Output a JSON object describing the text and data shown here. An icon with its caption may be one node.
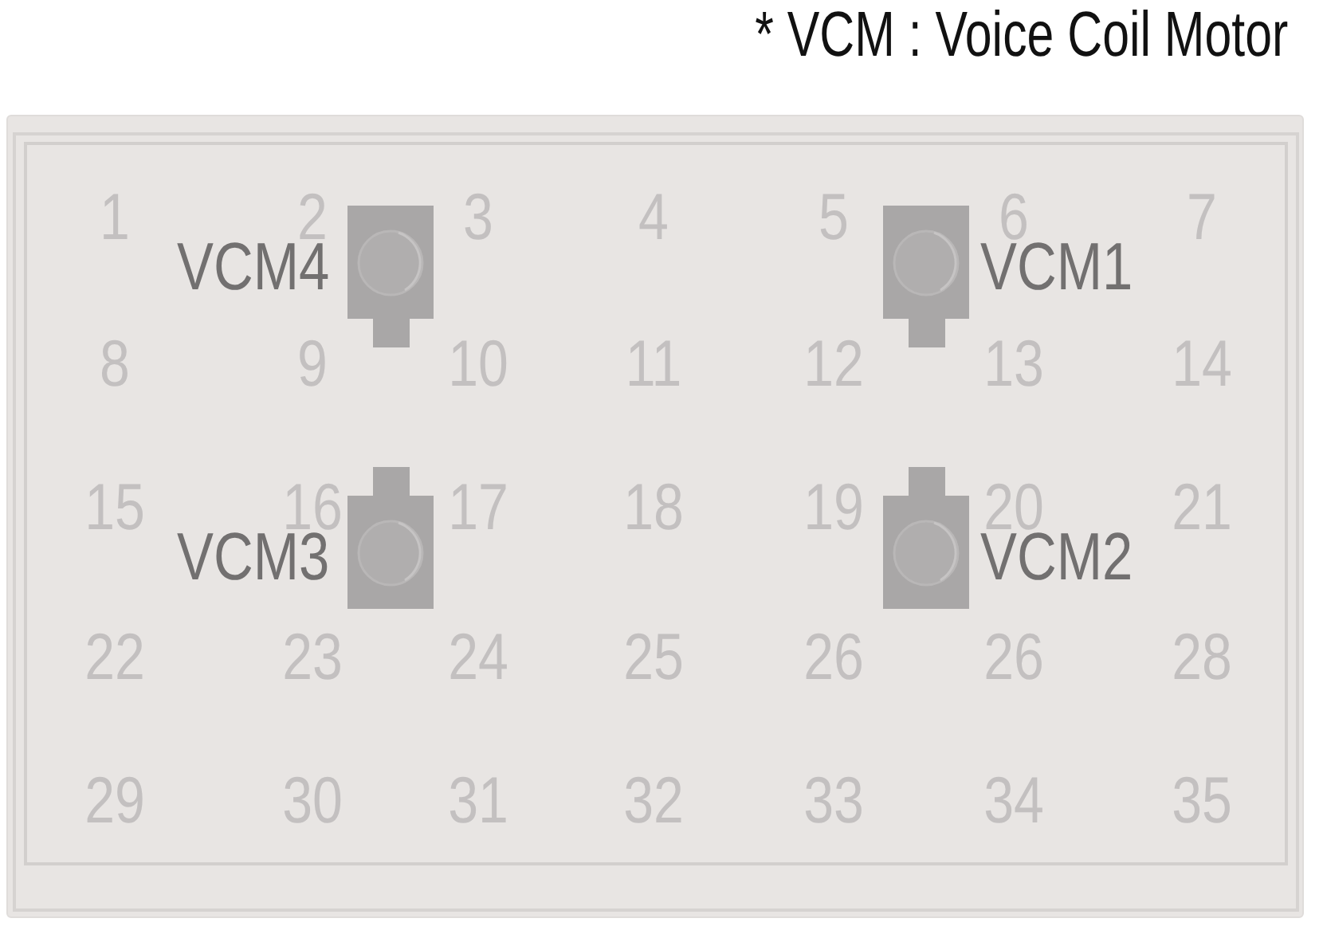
{
  "diagram": {
    "nodes": [
      {
        "text": [
          "1",
          "2",
          "3",
          "4",
          "5",
          "6",
          "7",
          "8",
          "9",
          "10",
          "11",
          "12",
          "13",
          "14",
          "15",
          "16",
          "17",
          "18",
          "19",
          "20",
          "21",
          "22",
          "23",
          "24",
          "25",
          "26",
          "26",
          "28",
          "29",
          "30",
          "31",
          "32",
          "33",
          "34",
          "35"
        ]
      },
      {
        "text": [
          "VCM4"
        ],
        "in": 0
      },
      {
        "text": [
          "VCM1"
        ],
        "in": 0
      },
      {
        "text": [
          "VCM3"
        ],
        "in": 0
      },
      {
        "text": [
          "VCM2"
        ],
        "in": 0
      }
    ],
    "labels": [
      "* VCM : Voice Coil Motor"
    ]
  }
}
